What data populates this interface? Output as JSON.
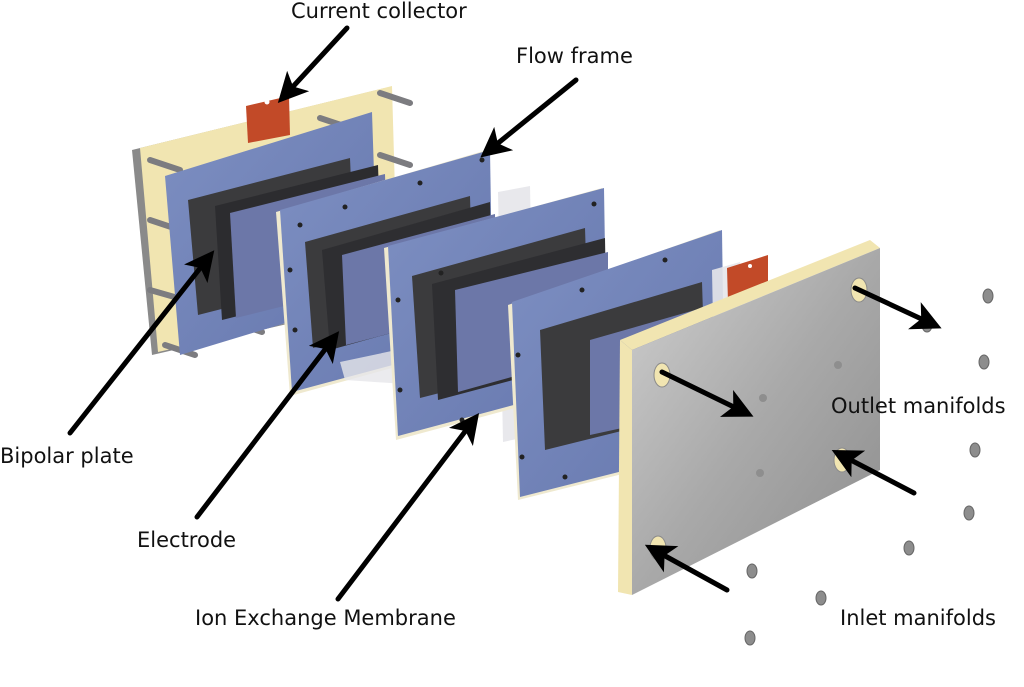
{
  "diagram": {
    "title": "Flow battery cell exploded view",
    "labels": {
      "current_collector": "Current collector",
      "flow_frame": "Flow frame",
      "bipolar_plate": "Bipolar plate",
      "electrode": "Electrode",
      "ion_exchange_membrane": "Ion Exchange Membrane",
      "outlet_manifolds": "Outlet manifolds",
      "inlet_manifolds": "Inlet manifolds"
    },
    "components": [
      "end-plate-left",
      "current-collector-left",
      "bipolar-plate",
      "flow-frame-1",
      "electrode-1",
      "ion-exchange-membrane",
      "flow-frame-2",
      "electrode-2",
      "current-collector-right",
      "end-plate-right",
      "fittings"
    ],
    "colors": {
      "flow_frame": "#7184b8",
      "frame_edge": "#efe9cf",
      "electrode": "#3b3b3d",
      "current_collector": "#c24a28",
      "end_plate_face": "#b9b9b9",
      "end_plate_insulator": "#f1e5b1",
      "membrane": "#e6e6ea",
      "arrow": "#000000"
    }
  }
}
